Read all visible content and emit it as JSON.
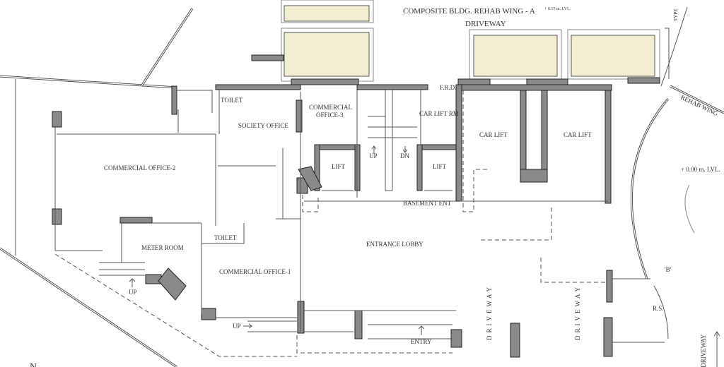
{
  "title": "COMPOSITE  BLDG. REHAB WING - A",
  "top_level": "+ 0.15 m. LVL.",
  "top_driveway": "DRIVEWAY",
  "type_label": "TYPE",
  "frd": "F.R.D.",
  "rehab_wing": "REHAB WING",
  "ground_level": "+ 0.00 m. LVL.",
  "rooms": {
    "toilet_top": "TOILET",
    "society_office": "SOCIETY OFFICE",
    "commercial_office_3_line1": "COMMERCIAL",
    "commercial_office_3_line2": "OFFICE-3",
    "car_lift_rm": "CAR LIFT RM",
    "up": "UP",
    "dn": "DN",
    "lift_1": "LIFT",
    "lift_2": "LIFT",
    "car_lift_1": "CAR LIFT",
    "car_lift_2": "CAR LIFT",
    "commercial_office_2": "COMMERCIAL OFFICE-2",
    "basement_ent": "BASEMENT ENT",
    "meter_room": "METER ROOM",
    "toilet_mid": "TOILET",
    "entrance_lobby": "ENTRANCE LOBBY",
    "commercial_office_1": "COMMERCIAL OFFICE-1",
    "up_meter": "UP",
    "up_office1": "UP",
    "entry": "ENTRY",
    "driveway_1": "DRIVEWAY",
    "driveway_2": "DRIVEWAY",
    "b_mark": "'B'",
    "rs": "R.S.",
    "side_driveway": "SIDE DRIVEWAY",
    "north": "N"
  },
  "colors": {
    "wall": "#8a8a8a",
    "car_fill": "#f3eed2",
    "line": "#555555"
  }
}
